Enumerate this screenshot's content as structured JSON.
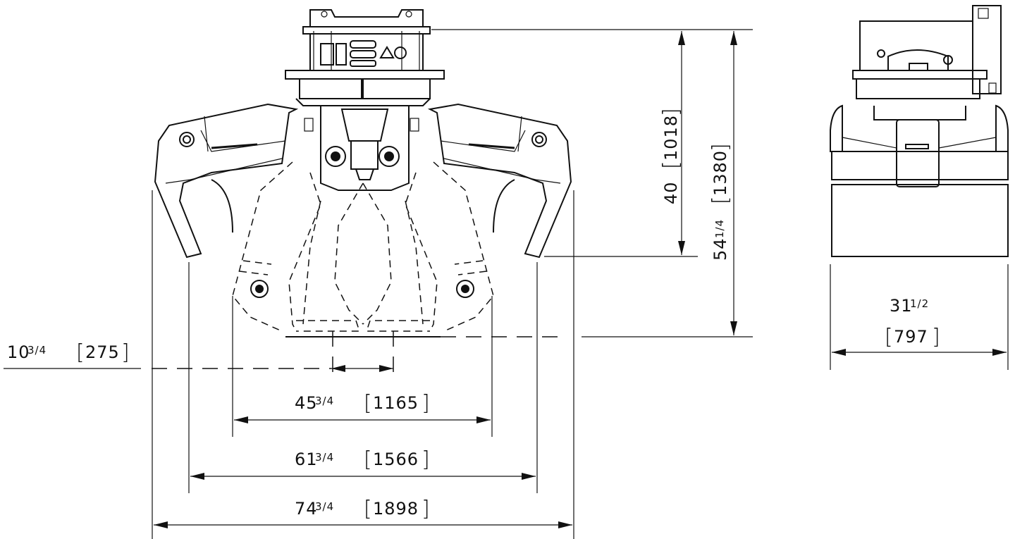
{
  "dimensions": {
    "height_top": {
      "inch": "40",
      "mm": "1018"
    },
    "height_total": {
      "inch": "54",
      "frac": "1/4",
      "mm": "1380"
    },
    "side_width": {
      "inch": "31",
      "frac": "1/2",
      "mm": "797"
    },
    "left_offset": {
      "inch": "10",
      "frac": "3/4",
      "mm": "275"
    },
    "width_inner": {
      "inch": "45",
      "frac": "3/4",
      "mm": "1165"
    },
    "width_mid": {
      "inch": "61",
      "frac": "3/4",
      "mm": "1566"
    },
    "width_outer": {
      "inch": "74",
      "frac": "3/4",
      "mm": "1898"
    }
  }
}
